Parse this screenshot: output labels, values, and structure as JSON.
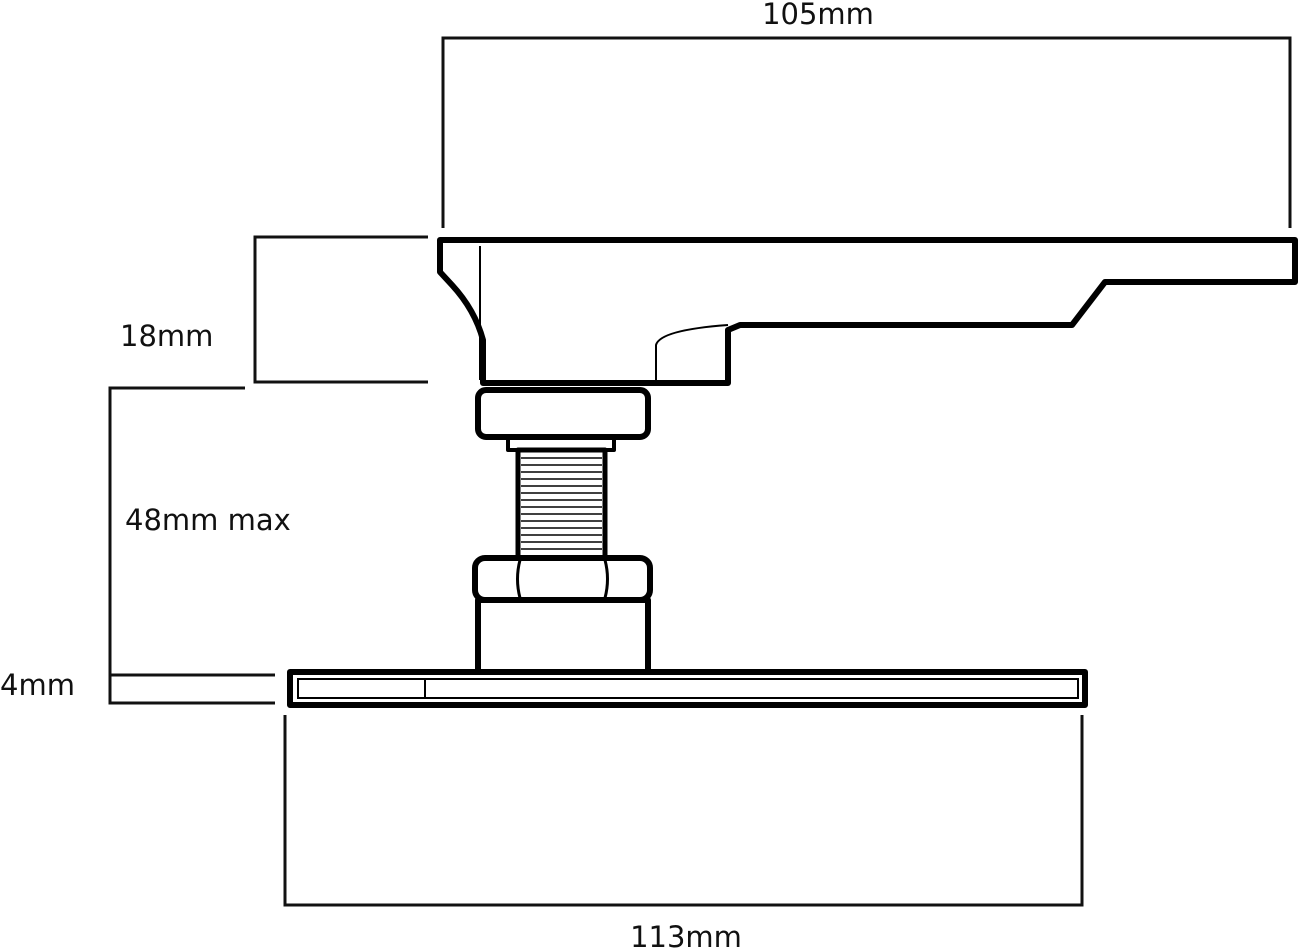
{
  "dimensions": {
    "top_width": "105mm",
    "handle_height": "18mm",
    "adjust_height": "48mm max",
    "plate_thickness": "4mm",
    "base_width": "113mm"
  }
}
